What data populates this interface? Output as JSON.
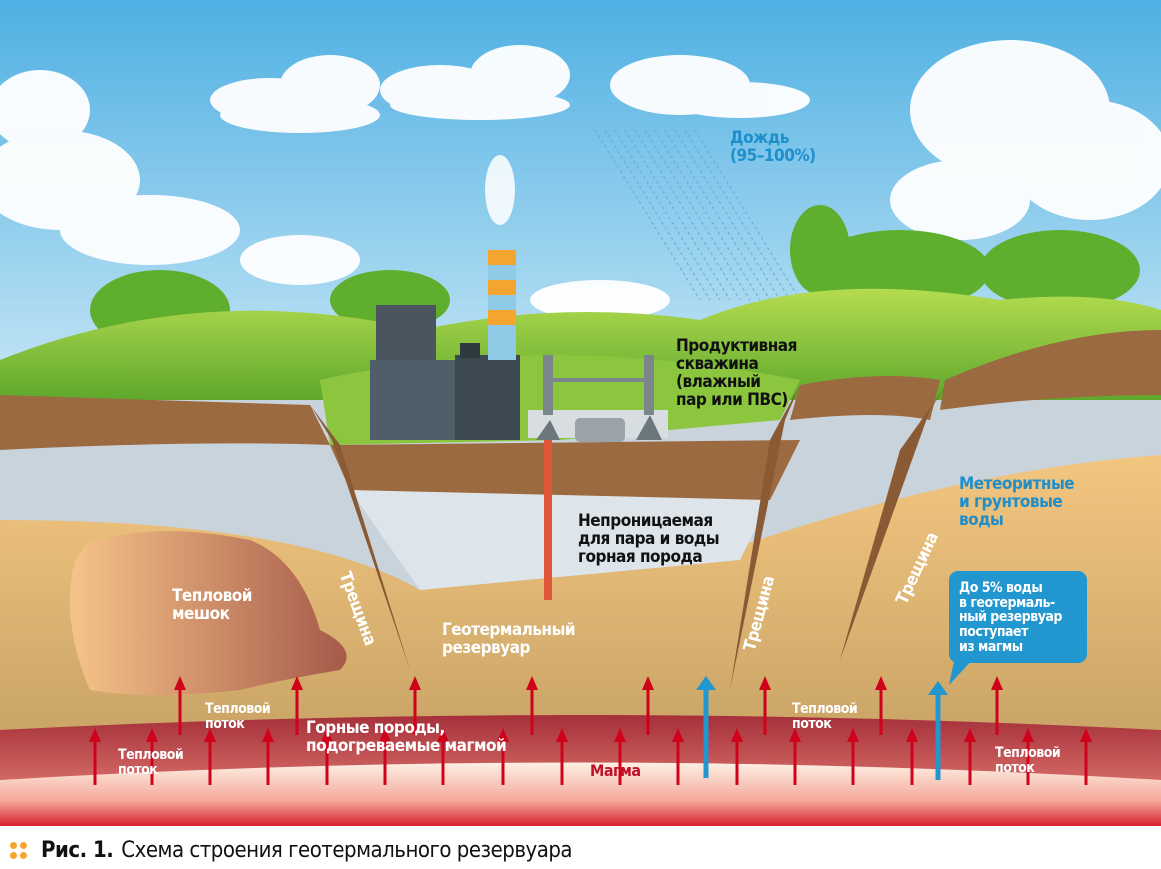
{
  "labels": {
    "rain": "Дождь\n(95–100%)",
    "production_well": "Продуктивная\nскважина\n(влажный\nпар или ПВС)",
    "impermeable_rock": "Непроницаемая\nдля пара и воды\nгорная порода",
    "meteoric_water": "Метеоритные\nи грунтовые\nводы",
    "magma_water_note": "До 5% воды\nв геотермаль-\nный резервуар\nпоступает\nиз магмы",
    "heat_pocket": "Тепловой\nмешок",
    "crack_1": "Трещина",
    "crack_2": "Трещина",
    "crack_3": "Трещина",
    "geothermal_reservoir": "Геотермальный\nрезервуар",
    "heated_rocks": "Горные породы,\nподогреваемые магмой",
    "magma": "Магма",
    "heat_flow_1": "Тепловой\nпоток",
    "heat_flow_2": "Тепловой\nпоток",
    "heat_flow_3": "Тепловой\nпоток",
    "heat_flow_4": "Тепловой\nпоток"
  },
  "caption": {
    "number": "Рис. 1.",
    "text": "Схема строения геотермального резервуара"
  },
  "colors": {
    "sky": "#7fc6ea",
    "grass": "#8cc63f",
    "soil": "#9b6a40",
    "aquifer": "#c9d3dc",
    "sand": "#e4b775",
    "hot_rock": "#b8383a",
    "magma": "#f7d6c4",
    "arrow_red": "#d0021b",
    "arrow_blue": "#2196cf",
    "accent": "#f4a530"
  }
}
